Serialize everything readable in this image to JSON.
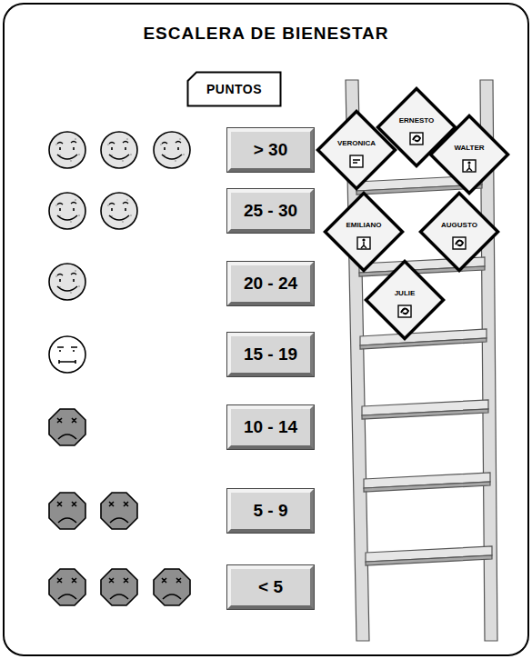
{
  "diagram": {
    "title": "ESCALERA DE BIENESTAR",
    "nodes": [
      {
        "text": [
          "PUNTOS"
        ]
      },
      {
        "text": [
          "> 30"
        ]
      },
      {
        "text": [
          "25 - 30"
        ]
      },
      {
        "text": [
          "20 - 24"
        ]
      },
      {
        "text": [
          "15 - 19"
        ]
      },
      {
        "text": [
          "10 - 14"
        ]
      },
      {
        "text": [
          "5 - 9"
        ]
      },
      {
        "text": [
          "< 5"
        ]
      },
      {
        "text": [
          "VERONICA"
        ]
      },
      {
        "text": [
          "ERNESTO"
        ]
      },
      {
        "text": [
          "WALTER"
        ]
      },
      {
        "text": [
          "EMILIANO"
        ]
      },
      {
        "text": [
          "AUGUSTO"
        ]
      },
      {
        "text": [
          "JULIE"
        ]
      }
    ]
  }
}
